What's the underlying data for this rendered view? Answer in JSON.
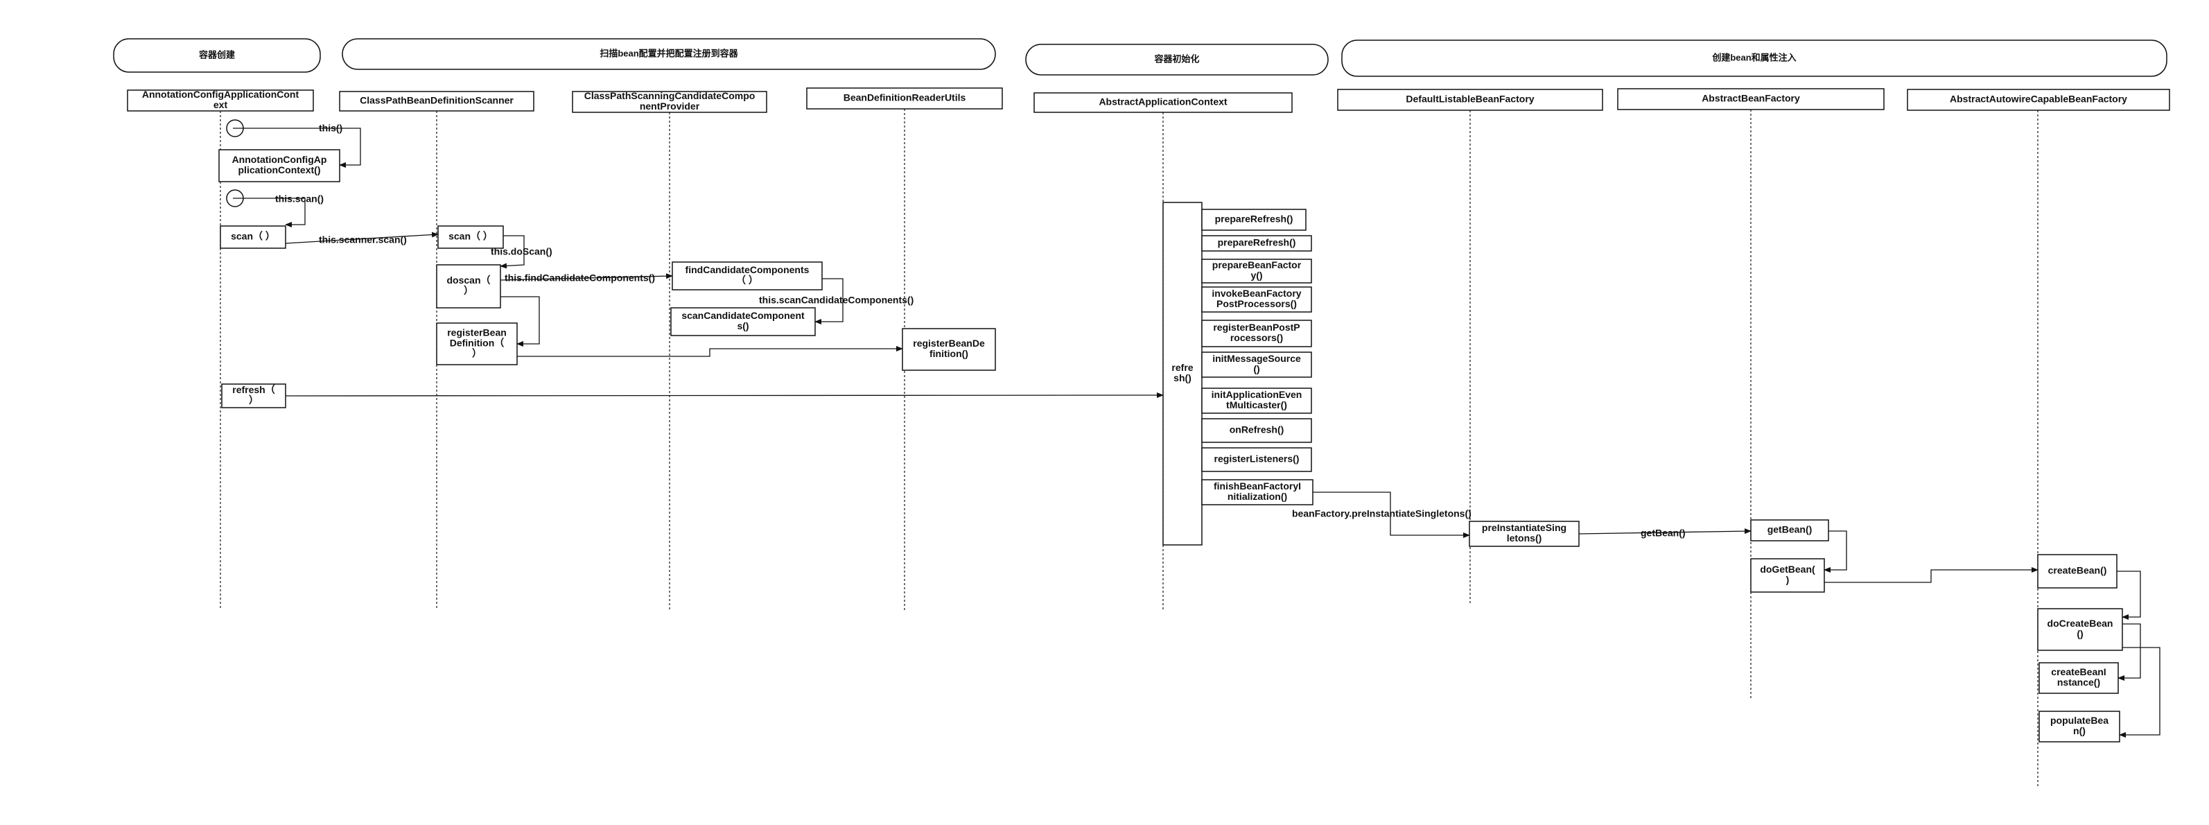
{
  "colors": {
    "line": "#111111",
    "background": "#ffffff"
  },
  "phases": [
    {
      "id": "ph1",
      "label": "容器创建"
    },
    {
      "id": "ph2",
      "label": "扫描bean配置并把配置注册到容器"
    },
    {
      "id": "ph3",
      "label": "容器初始化"
    },
    {
      "id": "ph4",
      "label": "创建bean和属性注入"
    }
  ],
  "lifelines": [
    {
      "id": "l1",
      "lines": [
        "AnnotationConfigApplicationCont",
        "ext"
      ]
    },
    {
      "id": "l2",
      "lines": [
        "ClassPathBeanDefinitionScanner"
      ]
    },
    {
      "id": "l3",
      "lines": [
        "ClassPathScanningCandidateCompo",
        "nentProvider"
      ]
    },
    {
      "id": "l4",
      "lines": [
        "BeanDefinitionReaderUtils"
      ]
    },
    {
      "id": "l5",
      "lines": [
        "AbstractApplicationContext"
      ]
    },
    {
      "id": "l6",
      "lines": [
        "DefaultListableBeanFactory"
      ]
    },
    {
      "id": "l7",
      "lines": [
        "AbstractBeanFactory"
      ]
    },
    {
      "id": "l8",
      "lines": [
        "AbstractAutowireCapableBeanFactory"
      ]
    }
  ],
  "activations": [
    {
      "id": "a_ctor",
      "lines": [
        "AnnotationConfigAp",
        "plicationContext()"
      ]
    },
    {
      "id": "a_scan1",
      "lines": [
        "scan（ ）"
      ]
    },
    {
      "id": "a_refresh1",
      "lines": [
        "refresh（",
        "）"
      ]
    },
    {
      "id": "a_scan2",
      "lines": [
        "scan（ ）"
      ]
    },
    {
      "id": "a_doscan",
      "lines": [
        "doscan（",
        "）"
      ]
    },
    {
      "id": "a_regbd",
      "lines": [
        "registerBean",
        "Definition（",
        "）"
      ]
    },
    {
      "id": "a_find",
      "lines": [
        "findCandidateComponents",
        "（ ）"
      ]
    },
    {
      "id": "a_scancc",
      "lines": [
        "scanCandidateComponent",
        "s()"
      ]
    },
    {
      "id": "a_regbd2",
      "lines": [
        "registerBeanDe",
        "finition()"
      ]
    },
    {
      "id": "a_refresh2",
      "lines": [
        "refre",
        "sh()"
      ]
    },
    {
      "id": "a_prep1",
      "lines": [
        "prepareRefresh()"
      ]
    },
    {
      "id": "a_prep2",
      "lines": [
        "prepareRefresh()"
      ]
    },
    {
      "id": "a_prepbf",
      "lines": [
        "prepareBeanFactor",
        "y()"
      ]
    },
    {
      "id": "a_invoke",
      "lines": [
        "invokeBeanFactory",
        "PostProcessors()"
      ]
    },
    {
      "id": "a_regbpp",
      "lines": [
        "registerBeanPostP",
        "rocessors()"
      ]
    },
    {
      "id": "a_initms",
      "lines": [
        "initMessageSource",
        "()"
      ]
    },
    {
      "id": "a_initae",
      "lines": [
        "initApplicationEven",
        "tMulticaster()"
      ]
    },
    {
      "id": "a_onrefresh",
      "lines": [
        "onRefresh()"
      ]
    },
    {
      "id": "a_reglis",
      "lines": [
        "registerListeners()"
      ]
    },
    {
      "id": "a_finish",
      "lines": [
        "finishBeanFactoryI",
        "nitialization()"
      ]
    },
    {
      "id": "a_presing",
      "lines": [
        "preInstantiateSing",
        "letons()"
      ]
    },
    {
      "id": "a_getbean",
      "lines": [
        "getBean()"
      ]
    },
    {
      "id": "a_dogetbean",
      "lines": [
        "doGetBean(",
        ")"
      ]
    },
    {
      "id": "a_createbean",
      "lines": [
        "createBean()"
      ]
    },
    {
      "id": "a_docreate",
      "lines": [
        "doCreateBean",
        "()"
      ]
    },
    {
      "id": "a_createinst",
      "lines": [
        "createBeanI",
        "nstance()"
      ]
    },
    {
      "id": "a_populate",
      "lines": [
        "populateBea",
        "n()"
      ]
    }
  ],
  "messages": [
    {
      "id": "m_this",
      "label": "this()"
    },
    {
      "id": "m_thisscan",
      "label": "this.scan()"
    },
    {
      "id": "m_scannerscan",
      "label": "this.scanner.scan()"
    },
    {
      "id": "m_doscan",
      "label": "this.doScan()"
    },
    {
      "id": "m_findcc",
      "label": "this.findCandidateComponents()"
    },
    {
      "id": "m_scancc",
      "label": "this.scanCandidateComponents()"
    },
    {
      "id": "m_preinst",
      "label": "beanFactory.preInstantiateSingletons()"
    },
    {
      "id": "m_getbean",
      "label": "getBean()"
    }
  ]
}
